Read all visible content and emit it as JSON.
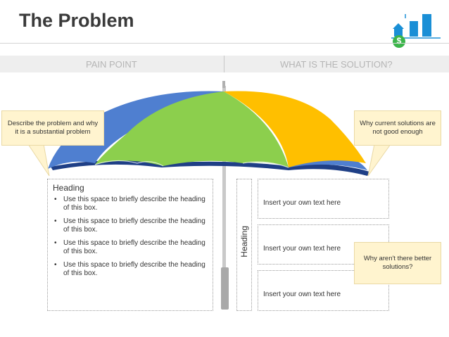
{
  "title": "The Problem",
  "band": {
    "left_label": "PAIN POINT",
    "right_label": "WHAT IS THE SOLUTION?"
  },
  "callouts": {
    "problem": "Describe the problem and why it is a substantial problem",
    "current_solutions": "Why current solutions are not good enough",
    "no_better": "Why aren't there better solutions?"
  },
  "left_box": {
    "heading": "Heading",
    "bullets": [
      "Use this space to briefly describe the heading of this box.",
      "Use this space to briefly describe the heading of this box.",
      "Use this space to briefly describe the heading of this box.",
      "Use this space to briefly describe the heading of this box."
    ]
  },
  "vertical_heading": "Heading",
  "solutions": [
    "Insert your own text here",
    "Insert your own text here",
    "Insert your own text here"
  ],
  "logo": {
    "symbol": "$"
  },
  "colors": {
    "blue": "#4f7fd0",
    "green": "#8ccf4d",
    "yellow": "#ffbf00",
    "navy": "#1f3f86",
    "logo_blue": "#1a8fd6",
    "logo_green": "#3bb54a"
  }
}
